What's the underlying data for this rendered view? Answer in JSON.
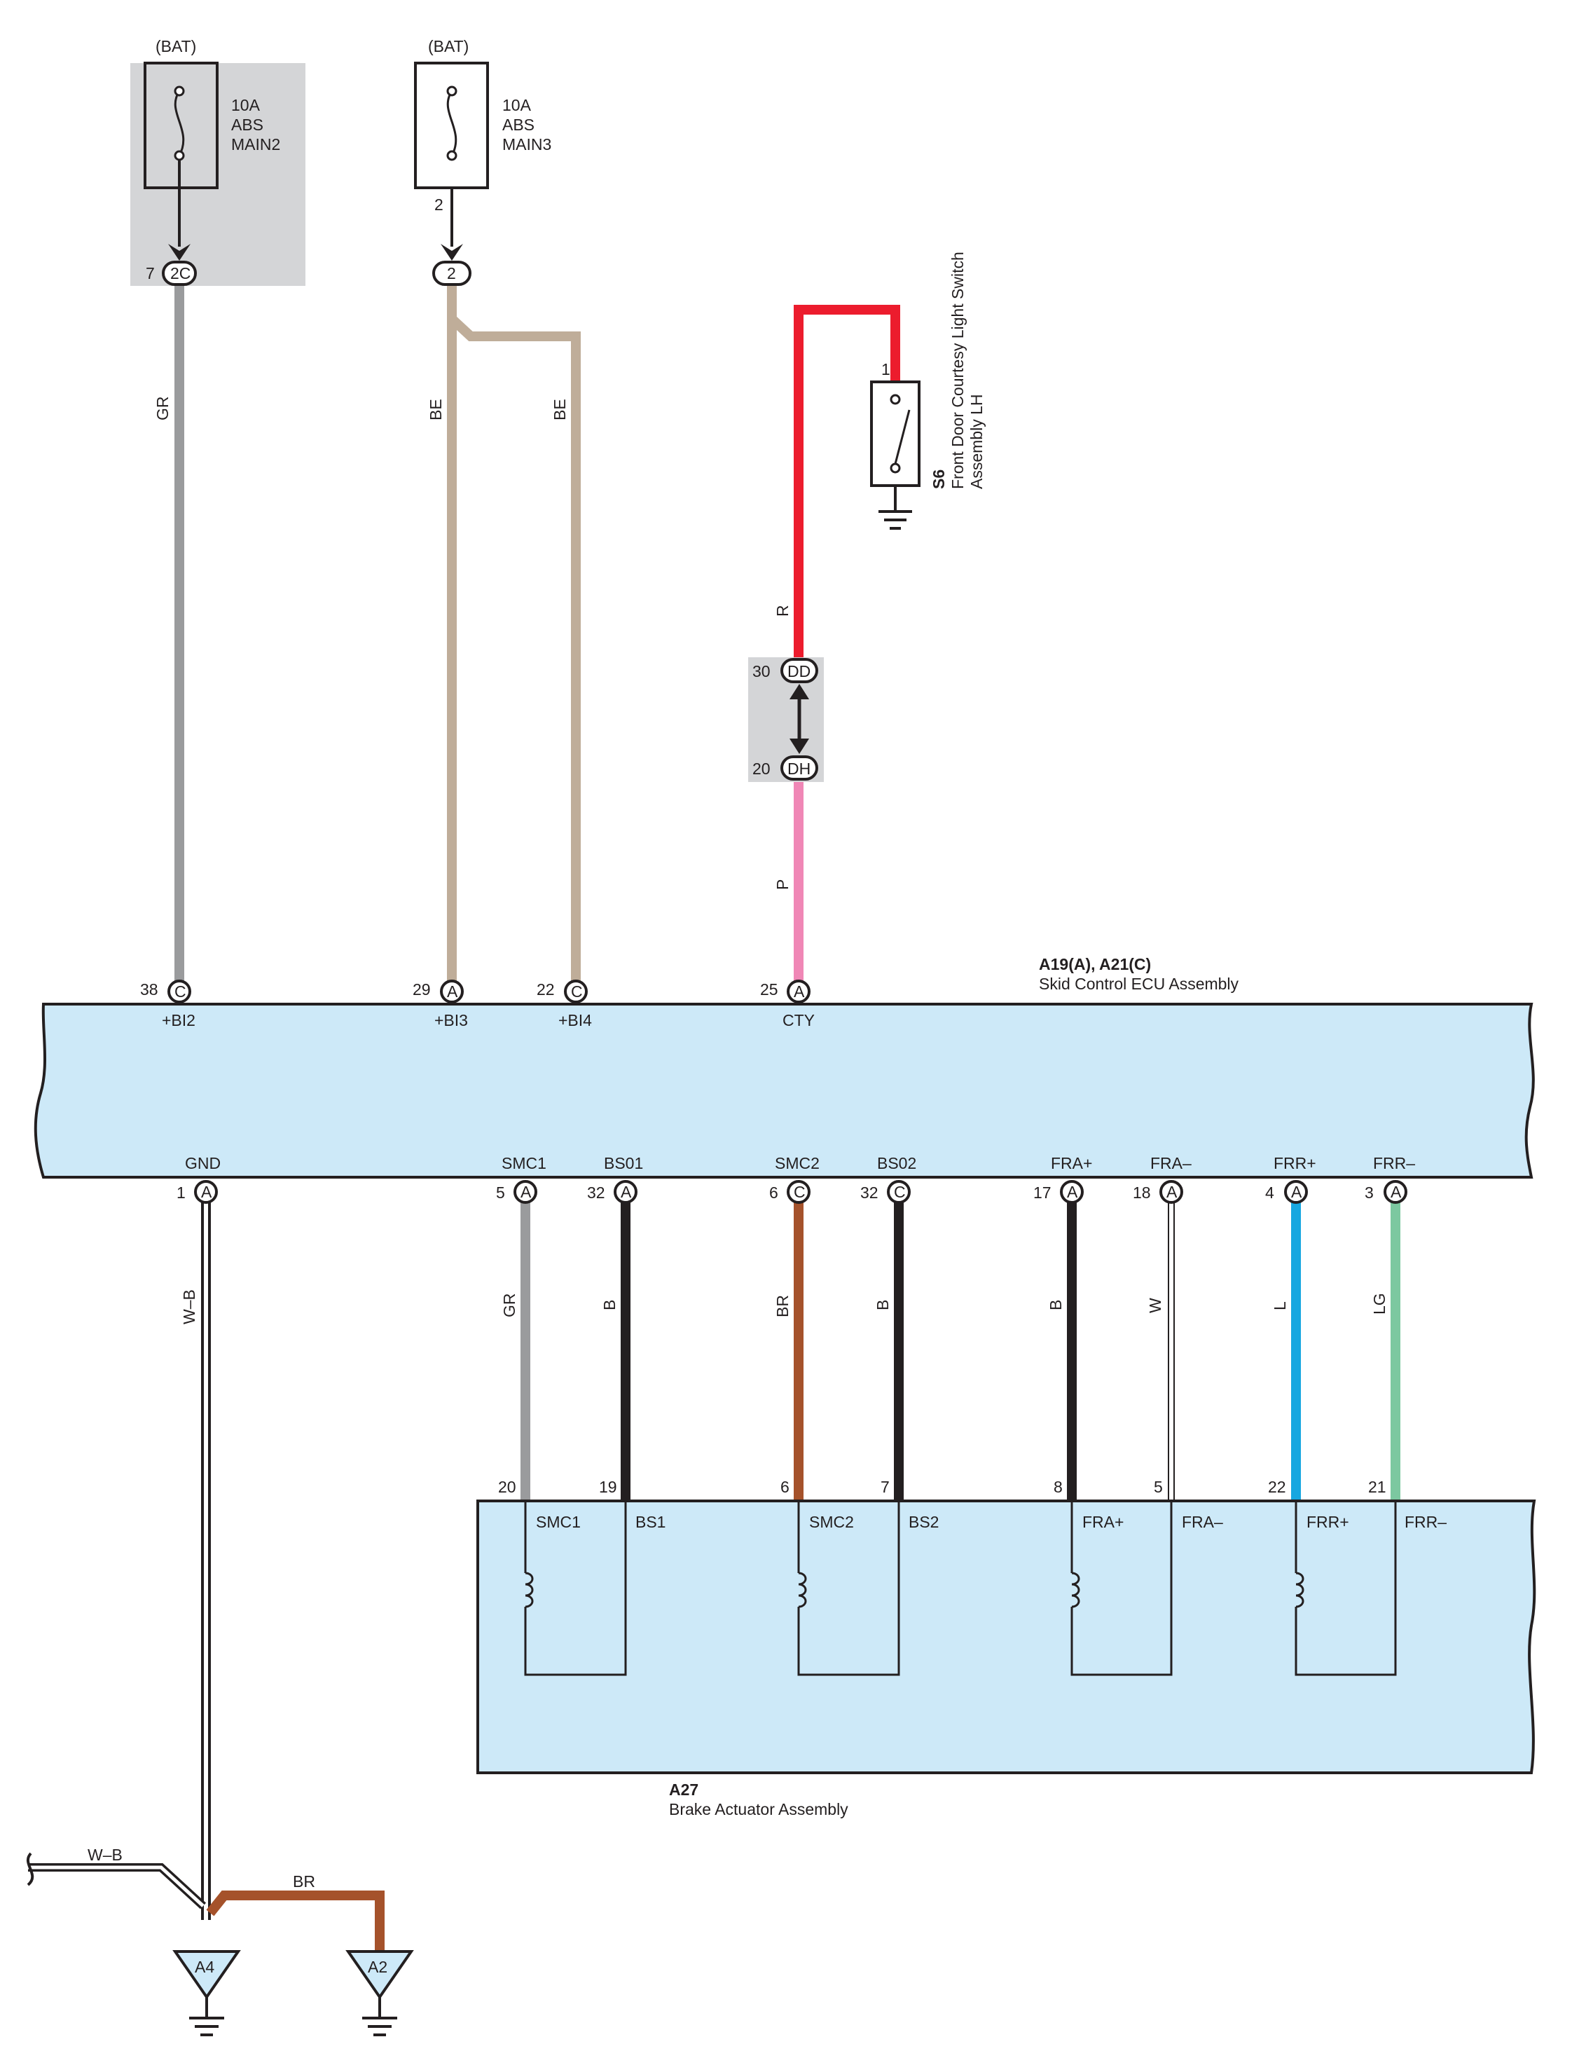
{
  "colors": {
    "gray_bg": "#d4d5d7",
    "component_fill": "#cde9f8",
    "outline": "#231f20",
    "GR": "#9a9b9d",
    "BE": "#bfad99",
    "R": "#ec1c2d",
    "P": "#f087b6",
    "B": "#231f20",
    "BR": "#a5522b",
    "W": "#ffffff",
    "L": "#17a7e0",
    "LG": "#7cc8a0"
  },
  "fuses": [
    {
      "bat": "(BAT)",
      "rating": "10A",
      "line2": "ABS",
      "line3": "MAIN2"
    },
    {
      "bat": "(BAT)",
      "rating": "10A",
      "line2": "ABS",
      "line3": "MAIN3",
      "pin": "2"
    }
  ],
  "connectors": {
    "c1": {
      "label": "2C",
      "pin": "7"
    },
    "c2": {
      "label": "2"
    },
    "dd": {
      "label": "DD",
      "pin": "30"
    },
    "dh": {
      "label": "DH",
      "pin": "20"
    }
  },
  "switch": {
    "id": "S6",
    "name_line1": "Front Door Courtesy Light Switch",
    "name_line2": "Assembly LH",
    "pin": "1"
  },
  "ecu": {
    "id": "A19(A), A21(C)",
    "name": "Skid Control ECU Assembly",
    "top_terminals": [
      {
        "pin": "38",
        "conn": "C",
        "name": "+BI2",
        "wire": "GR"
      },
      {
        "pin": "29",
        "conn": "A",
        "name": "+BI3",
        "wire": "BE"
      },
      {
        "pin": "22",
        "conn": "C",
        "name": "+BI4",
        "wire": "BE"
      },
      {
        "pin": "25",
        "conn": "A",
        "name": "CTY",
        "wire": "P"
      }
    ],
    "bottom_terminals": [
      {
        "pin": "1",
        "conn": "A",
        "name": "GND",
        "wire": "W–B"
      },
      {
        "pin": "5",
        "conn": "A",
        "name": "SMC1",
        "wire": "GR"
      },
      {
        "pin": "32",
        "conn": "A",
        "name": "BS01",
        "wire": "B"
      },
      {
        "pin": "6",
        "conn": "C",
        "name": "SMC2",
        "wire": "BR"
      },
      {
        "pin": "32",
        "conn": "C",
        "name": "BS02",
        "wire": "B"
      },
      {
        "pin": "17",
        "conn": "A",
        "name": "FRA+",
        "wire": "B"
      },
      {
        "pin": "18",
        "conn": "A",
        "name": "FRA–",
        "wire": "W"
      },
      {
        "pin": "4",
        "conn": "A",
        "name": "FRR+",
        "wire": "L"
      },
      {
        "pin": "3",
        "conn": "A",
        "name": "FRR–",
        "wire": "LG"
      }
    ]
  },
  "wire_labels": {
    "switch_wire": "R",
    "ecu_cty_wire": "P"
  },
  "actuator": {
    "id": "A27",
    "name": "Brake Actuator Assembly",
    "terminals": [
      {
        "pin": "20",
        "name": "SMC1"
      },
      {
        "pin": "19",
        "name": "BS1"
      },
      {
        "pin": "6",
        "name": "SMC2"
      },
      {
        "pin": "7",
        "name": "BS2"
      },
      {
        "pin": "8",
        "name": "FRA+"
      },
      {
        "pin": "5",
        "name": "FRA–"
      },
      {
        "pin": "22",
        "name": "FRR+"
      },
      {
        "pin": "21",
        "name": "FRR–"
      }
    ]
  },
  "grounds": [
    {
      "id": "A4"
    },
    {
      "id": "A2"
    }
  ],
  "ground_wires": {
    "wb": "W–B",
    "br": "BR"
  }
}
